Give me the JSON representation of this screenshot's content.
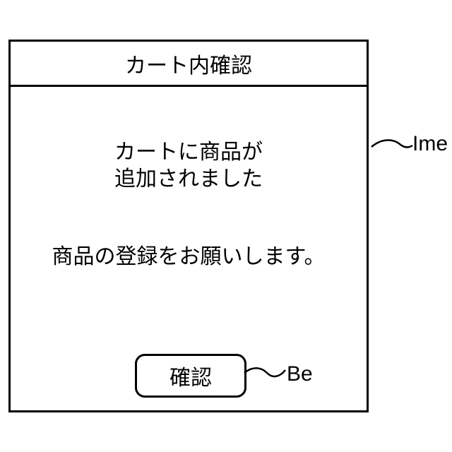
{
  "screen": {
    "title": "カート内確認",
    "message_line1": "カートに商品が",
    "message_line2": "追加されました",
    "instruction": "商品の登録をお願いします。",
    "confirm_button_label": "確認"
  },
  "reference_labels": {
    "screen": "Ime",
    "button": "Be"
  }
}
